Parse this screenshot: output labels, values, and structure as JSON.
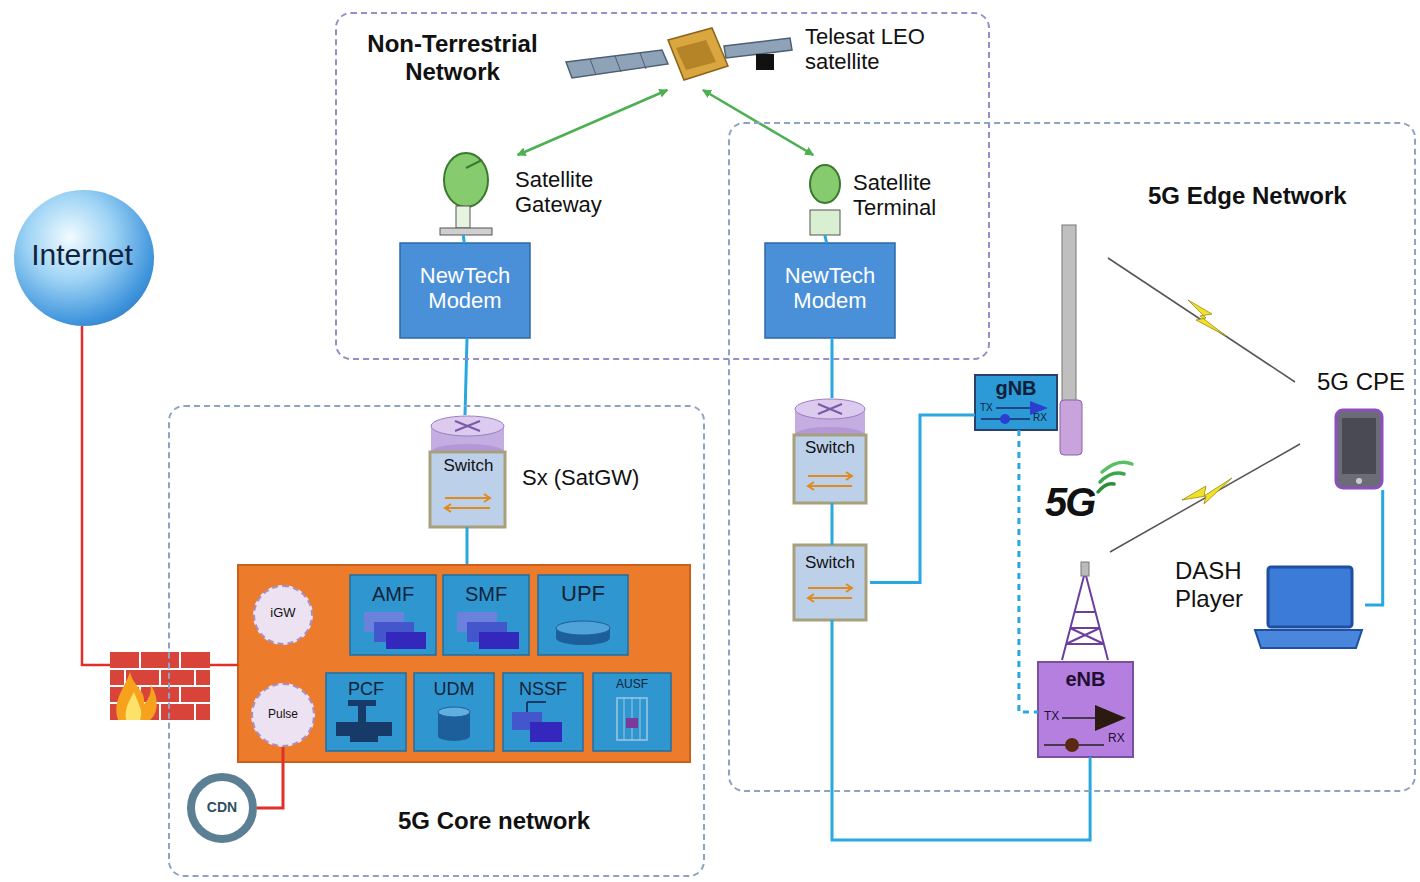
{
  "diagram": {
    "nodes": [
      {
        "text": [
          "Non-Terrestrial Network"
        ]
      },
      {
        "text": [
          "Telesat LEO satellite"
        ],
        "in": 0
      },
      {
        "text": [
          "Satellite Gateway"
        ],
        "in": 0
      },
      {
        "text": [
          "NewTech Modem"
        ],
        "in": 0
      },
      {
        "text": [
          "Satellite Terminal"
        ],
        "in": 0
      },
      {
        "text": [
          "NewTech Modem"
        ],
        "in": 0
      },
      {
        "text": [
          "5G Edge Network"
        ]
      },
      {
        "text": [
          "gNB",
          "TX",
          "RX"
        ],
        "in": 6
      },
      {
        "text": [
          "5G CPE"
        ],
        "in": 6
      },
      {
        "text": [
          "DASH Player"
        ],
        "in": 6
      },
      {
        "text": [
          "eNB",
          "TX",
          "RX"
        ],
        "in": 6
      },
      {
        "text": [
          "Switch"
        ],
        "in": 6
      },
      {
        "text": [
          "Switch"
        ],
        "in": 6
      },
      {
        "text": [
          "5G Core network"
        ]
      },
      {
        "text": [
          "Switch",
          "Sx (SatGW)"
        ],
        "in": 13
      },
      {
        "text": [
          "iGW"
        ],
        "in": 13
      },
      {
        "text": [
          "AMF"
        ],
        "in": 13
      },
      {
        "text": [
          "SMF"
        ],
        "in": 13
      },
      {
        "text": [
          "UPF"
        ],
        "in": 13
      },
      {
        "text": [
          "Pulse"
        ],
        "in": 13
      },
      {
        "text": [
          "PCF"
        ],
        "in": 13
      },
      {
        "text": [
          "UDM"
        ],
        "in": 13
      },
      {
        "text": [
          "NSSF"
        ],
        "in": 13
      },
      {
        "text": [
          "AUSF"
        ],
        "in": 13
      },
      {
        "text": [
          "CDN"
        ],
        "in": 13
      },
      {
        "text": [
          "Internet"
        ]
      }
    ],
    "edges": [
      {
        "from": 1,
        "to": 2,
        "arrow": "both"
      },
      {
        "from": 1,
        "to": 4,
        "arrow": "both"
      },
      {
        "from": 2,
        "to": 3,
        "arrow": "none"
      },
      {
        "from": 3,
        "to": 14,
        "arrow": "none"
      },
      {
        "from": 4,
        "to": 5,
        "arrow": "none"
      },
      {
        "from": 5,
        "to": 11,
        "arrow": "none"
      },
      {
        "from": 11,
        "to": 12,
        "arrow": "none"
      },
      {
        "from": 12,
        "to": 7,
        "arrow": "none"
      },
      {
        "from": 12,
        "to": 10,
        "arrow": "none"
      },
      {
        "from": 7,
        "to": 10,
        "arrow": "none"
      },
      {
        "from": 8,
        "to": 9,
        "arrow": "none"
      },
      {
        "from": 19,
        "to": 24,
        "arrow": "none"
      }
    ],
    "labels": [
      "5G"
    ]
  }
}
